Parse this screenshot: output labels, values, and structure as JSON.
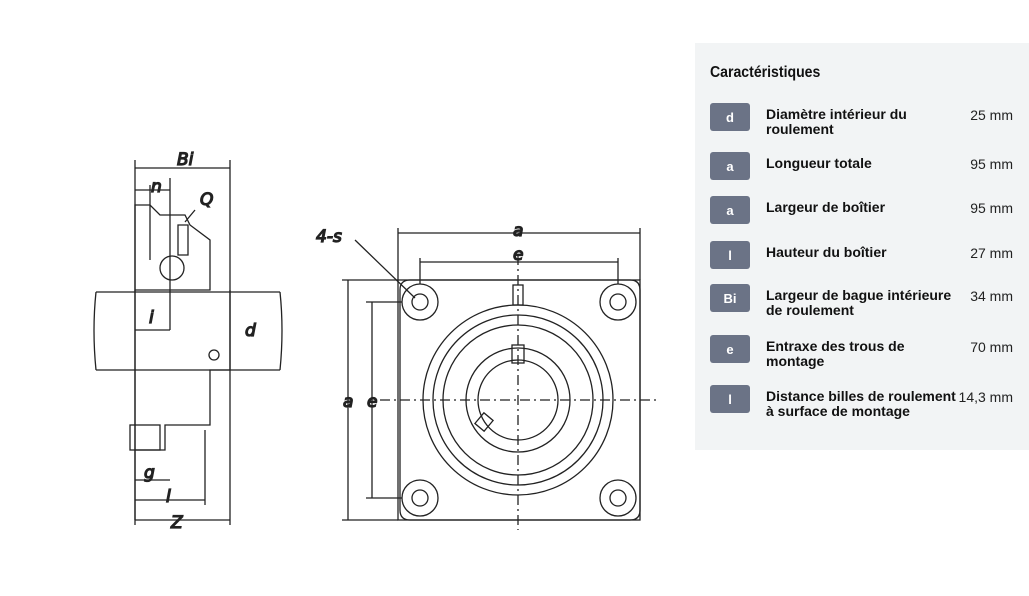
{
  "drawing": {
    "labels": {
      "Bi": "Bi",
      "n": "n",
      "Q": "Q",
      "i": "i",
      "d": "d",
      "g": "g",
      "l": "l",
      "Z": "Z",
      "s": "4-s",
      "a_top": "a",
      "e_top": "e",
      "a_left": "a",
      "e_left": "e"
    }
  },
  "panel": {
    "title": "Caractéristiques",
    "rows": [
      {
        "badge": "d",
        "label": "Diamètre intérieur du roulement",
        "value": "25 mm"
      },
      {
        "badge": "a",
        "label": "Longueur totale",
        "value": "95 mm"
      },
      {
        "badge": "a",
        "label": "Largeur de boîtier",
        "value": "95 mm"
      },
      {
        "badge": "l",
        "label": "Hauteur du boîtier",
        "value": "27 mm"
      },
      {
        "badge": "Bi",
        "label": "Largeur de bague intérieure de roulement",
        "value": "34 mm"
      },
      {
        "badge": "e",
        "label": "Entraxe des trous de montage",
        "value": "70 mm"
      },
      {
        "badge": "l",
        "label": "Distance billes de roulement à surface de montage",
        "value": "14,3 mm"
      }
    ]
  }
}
